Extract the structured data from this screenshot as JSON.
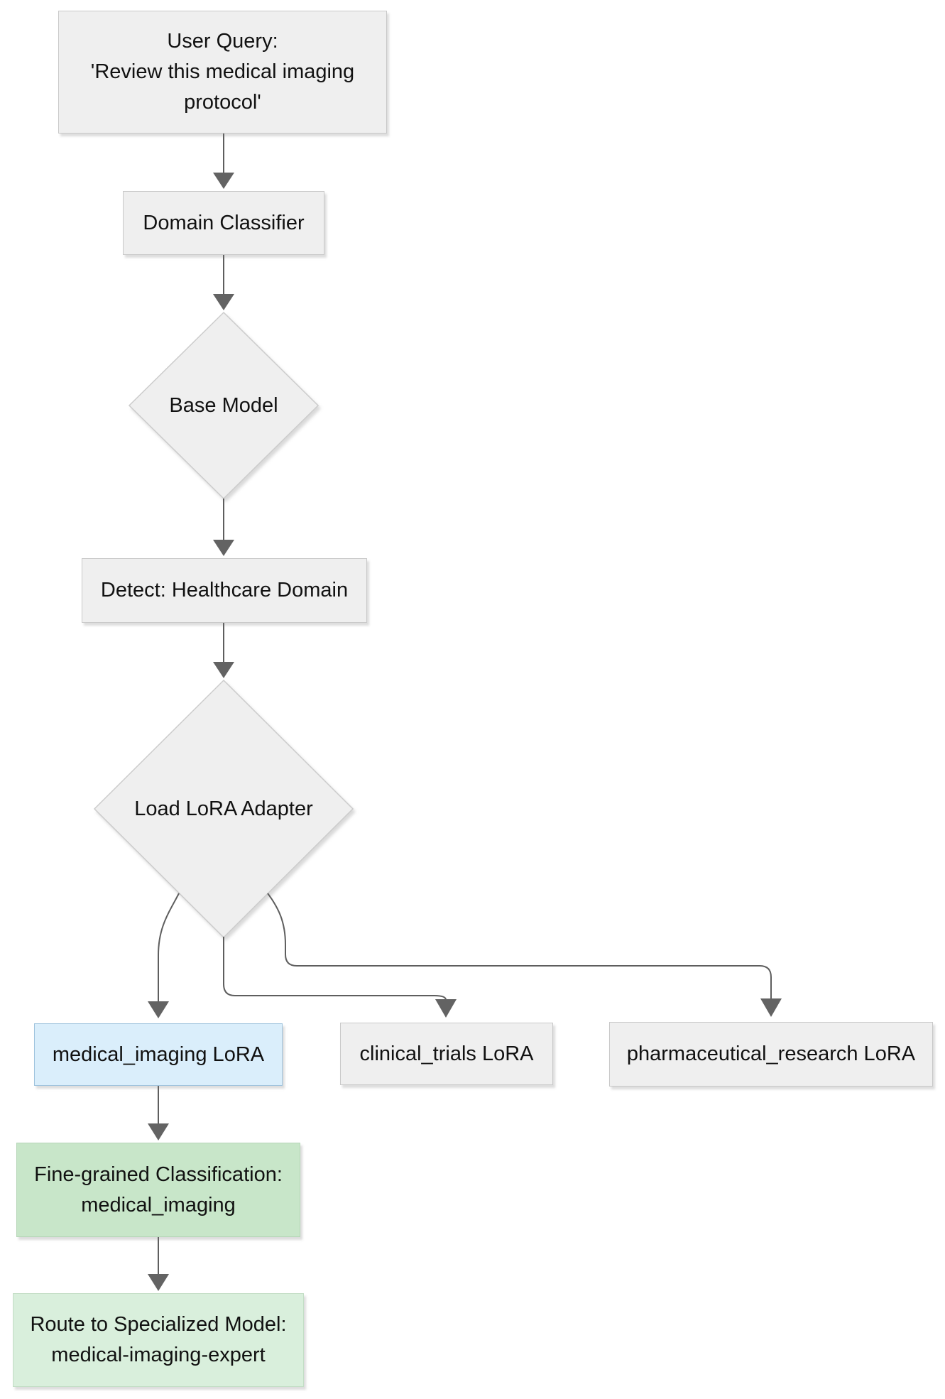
{
  "diagram": {
    "type": "flowchart",
    "background": "#ffffff",
    "edge_color": "#5e5e5e",
    "default_node_fill": "#efefef",
    "nodes": {
      "user_query": {
        "shape": "rect",
        "fill": "#efefef",
        "lines": [
          "User Query:",
          "'Review this medical imaging",
          "protocol'"
        ]
      },
      "domain_classifier": {
        "shape": "rect",
        "fill": "#efefef",
        "lines": [
          "Domain Classifier"
        ]
      },
      "base_model": {
        "shape": "diamond",
        "fill": "#efefef",
        "lines": [
          "Base Model"
        ]
      },
      "detect_healthcare": {
        "shape": "rect",
        "fill": "#efefef",
        "lines": [
          "Detect: Healthcare Domain"
        ]
      },
      "load_lora_adapter": {
        "shape": "diamond",
        "fill": "#efefef",
        "lines": [
          "Load LoRA Adapter"
        ]
      },
      "medical_imaging_lora": {
        "shape": "rect",
        "fill": "#daeefb",
        "lines": [
          "medical_imaging LoRA"
        ]
      },
      "clinical_trials_lora": {
        "shape": "rect",
        "fill": "#efefef",
        "lines": [
          "clinical_trials LoRA"
        ]
      },
      "pharmaceutical_research_lora": {
        "shape": "rect",
        "fill": "#efefef",
        "lines": [
          "pharmaceutical_research LoRA"
        ]
      },
      "fine_grained_classification": {
        "shape": "rect",
        "fill": "#c8e6c9",
        "lines": [
          "Fine-grained Classification:",
          "medical_imaging"
        ]
      },
      "route_specialized_model": {
        "shape": "rect",
        "fill": "#d9efdc",
        "lines": [
          "Route to Specialized Model:",
          "medical-imaging-expert"
        ]
      }
    },
    "edges": [
      {
        "from": "user_query",
        "to": "domain_classifier"
      },
      {
        "from": "domain_classifier",
        "to": "base_model"
      },
      {
        "from": "base_model",
        "to": "detect_healthcare"
      },
      {
        "from": "detect_healthcare",
        "to": "load_lora_adapter"
      },
      {
        "from": "load_lora_adapter",
        "to": "medical_imaging_lora"
      },
      {
        "from": "load_lora_adapter",
        "to": "clinical_trials_lora"
      },
      {
        "from": "load_lora_adapter",
        "to": "pharmaceutical_research_lora"
      },
      {
        "from": "medical_imaging_lora",
        "to": "fine_grained_classification"
      },
      {
        "from": "fine_grained_classification",
        "to": "route_specialized_model"
      }
    ]
  }
}
